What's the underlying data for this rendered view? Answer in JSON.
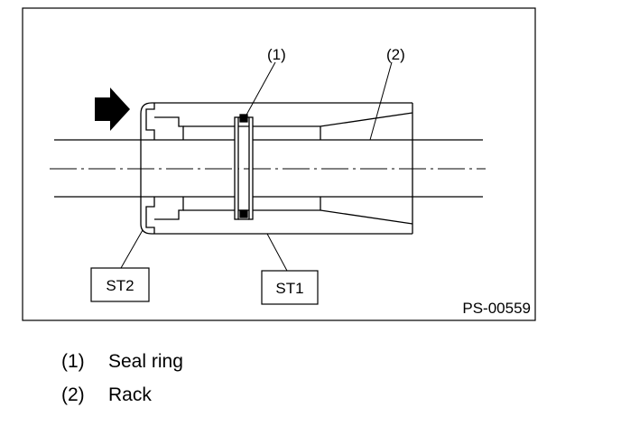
{
  "figure": {
    "figure_code": "PS-00559",
    "callouts": [
      {
        "number": "(1)"
      },
      {
        "number": "(2)"
      }
    ],
    "tool_labels": [
      "ST2",
      "ST1"
    ],
    "icons": {
      "direction": "arrow-right-icon"
    }
  },
  "legend": [
    {
      "number": "(1)",
      "label": "Seal ring"
    },
    {
      "number": "(2)",
      "label": "Rack"
    }
  ]
}
